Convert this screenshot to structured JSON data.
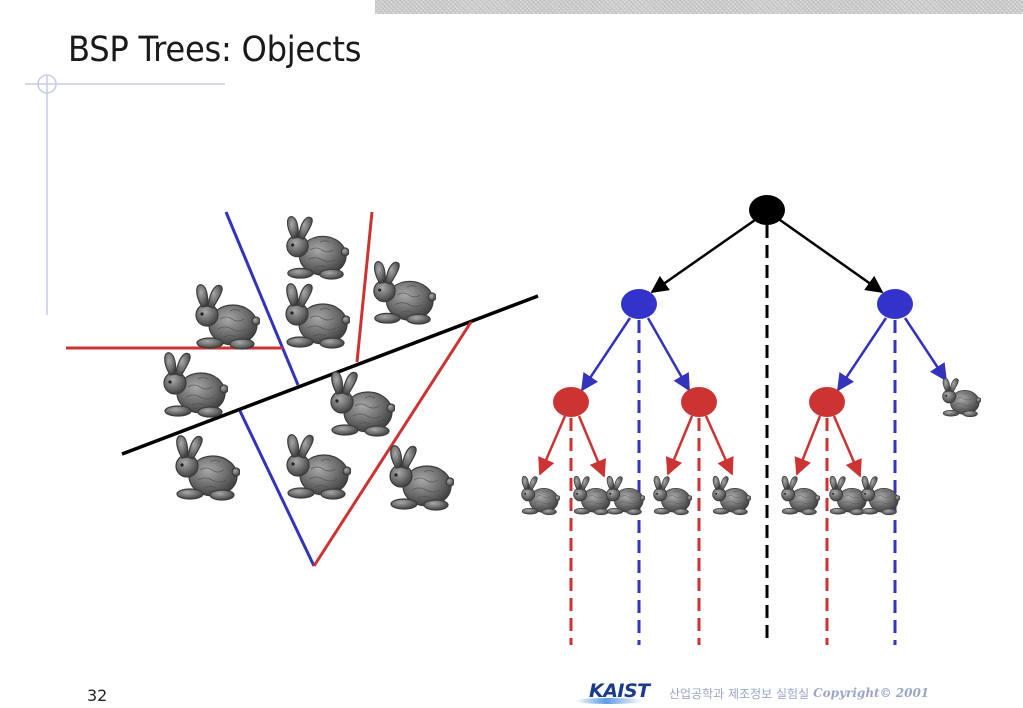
{
  "slide": {
    "title": "BSP Trees: Objects",
    "number": "32"
  },
  "footer": {
    "logo_text": "KAIST",
    "institution": "산업공학과 제조정보 실험실",
    "copyright": "Copyright© 2001"
  },
  "colors": {
    "black": "#000000",
    "blue": "#3333bb",
    "red": "#cc3333",
    "bunny": "#707070",
    "accent_lines": "#c5cce6"
  },
  "icons": {
    "object": "bunny-icon"
  }
}
